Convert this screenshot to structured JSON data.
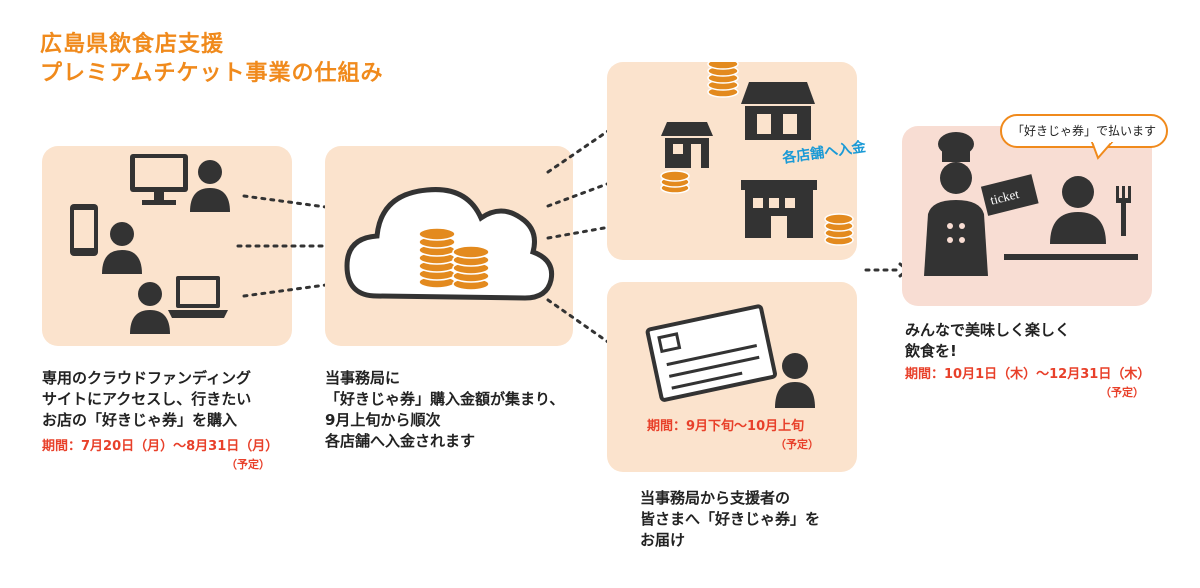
{
  "title": {
    "line1": "広島県飲食店支援",
    "line2": "プレミアムチケット事業の仕組み"
  },
  "step1": {
    "caption_lines": [
      "専用のクラウドファンディング",
      "サイトにアクセスし、行きたい",
      "お店の「好きじゃ券」を購入"
    ],
    "period": "期間：7月20日（月）～8月31日（月）",
    "note": "（予定）"
  },
  "step2": {
    "caption_lines": [
      "当事務局に",
      "「好きじゃ券」購入金額が集まり、",
      "9月上旬から順次",
      "各店舗へ入金されます"
    ]
  },
  "step3": {
    "label": "各店舗へ入金"
  },
  "step4": {
    "period": "期間：9月下旬～10月上旬",
    "note": "（予定）",
    "caption_lines": [
      "当事務局から支援者の",
      "皆さまへ「好きじゃ券」を",
      "お届け"
    ]
  },
  "step5": {
    "bubble": "「好きじゃ券」で払います",
    "ticket": "ticket",
    "caption_lines": [
      "みんなで美味しく楽しく",
      "飲食を!"
    ],
    "period": "期間：10月1日（木）～12月31日（木）",
    "note": "（予定）"
  },
  "colors": {
    "accent_orange": "#f08a1c",
    "panel_bg": "#fbe3cd",
    "period_red": "#e8402a",
    "label_blue": "#1a9ad6",
    "icon_dark": "#333333"
  }
}
